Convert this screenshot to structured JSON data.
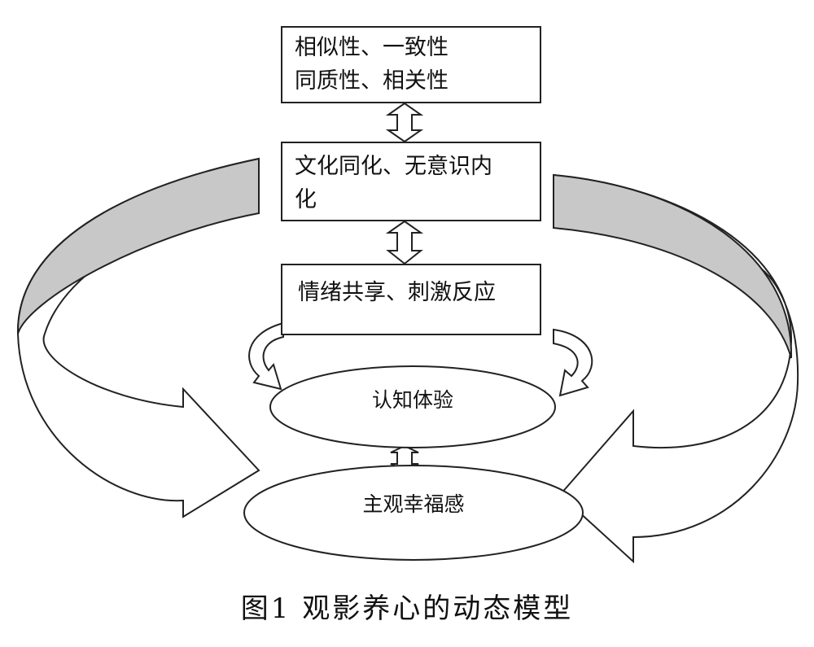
{
  "boxes": {
    "top": {
      "line1": "相似性、一致性",
      "line2": "同质性、相关性"
    },
    "middle": {
      "line1": "文化同化、无意识内",
      "line2": "化"
    },
    "bottom": {
      "line1": "情绪共享、刺激反应"
    }
  },
  "ellipses": {
    "cognitive": "认知体验",
    "wellbeing": "主观幸福感"
  },
  "caption": "图1  观影养心的动态模型",
  "colors": {
    "band_fill": "#c8c8c8",
    "stroke": "#222222"
  }
}
